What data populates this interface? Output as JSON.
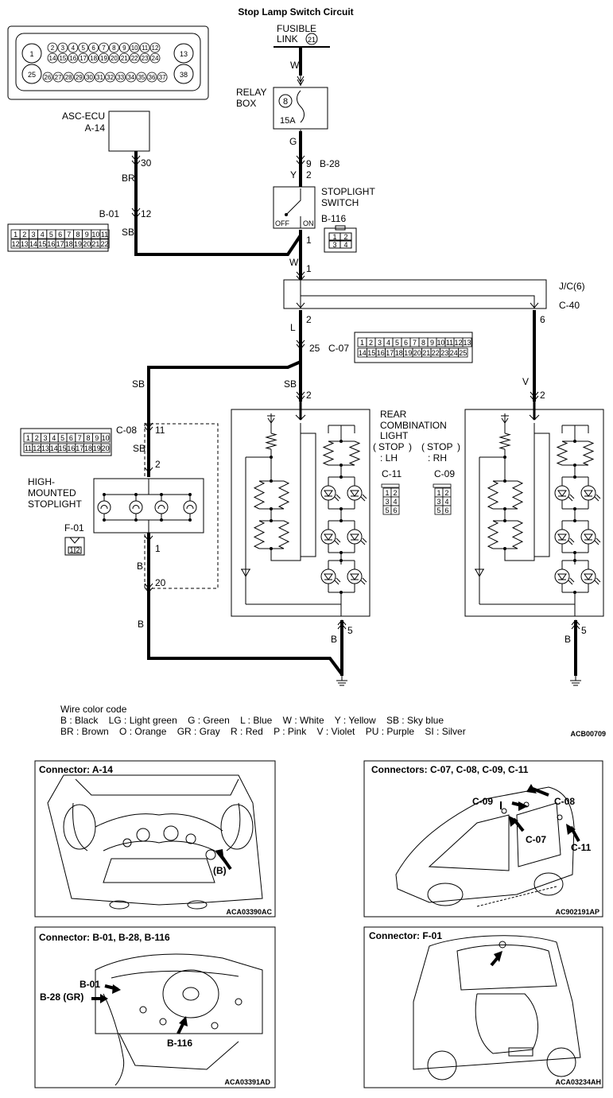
{
  "title": "Stop Lamp Switch Circuit",
  "fusible_link": {
    "label_line1": "FUSIBLE",
    "label_line2": "LINK",
    "number": "21"
  },
  "relay_box": {
    "label_line1": "RELAY",
    "label_line2": "BOX",
    "fuse_number": "8",
    "fuse_rating": "15A"
  },
  "asc_ecu": {
    "name": "ASC-ECU",
    "connector": "A-14",
    "pin": "30",
    "wire": "BR"
  },
  "b01": {
    "connector": "B-01",
    "pin": "12",
    "wire": "SB"
  },
  "b28": {
    "connector": "B-28",
    "pin_in": "9",
    "pin_out": "2",
    "wire_in": "G",
    "wire_out": "Y"
  },
  "stoplight_switch": {
    "label_line1": "STOPLIGHT",
    "label_line2": "SWITCH",
    "off": "OFF",
    "on": "ON",
    "connector": "B-116",
    "pin_top": "2",
    "pin_bottom": "1"
  },
  "wire_w_top": "W",
  "junction": {
    "label": "J/C(6)",
    "connector": "C-40",
    "pin_in": "1",
    "pin_left": "2",
    "pin_right": "6",
    "wire_in": "W",
    "wire_left": "L",
    "wire_right": "V"
  },
  "c07": {
    "connector": "C-07",
    "pin": "25",
    "pin_out": "2",
    "wire_left": "SB",
    "wire_down": "SB"
  },
  "c08": {
    "connector": "C-08",
    "pin": "11",
    "pin_lamp": "2",
    "wire": "SB"
  },
  "high_mounted": {
    "label_line1": "HIGH-",
    "label_line2": "MOUNTED",
    "label_line3": "STOPLIGHT",
    "connector": "F-01",
    "pin_bottom": "1",
    "wire": "B",
    "pin_20": "20",
    "wire_lower": "B"
  },
  "rear_combination": {
    "line1": "REAR",
    "line2": "COMBINATION",
    "line3": "LIGHT",
    "lh": "STOP",
    "lh2": ": LH",
    "rh": "STOP",
    "rh2": ": RH",
    "conn_lh": "C-11",
    "conn_rh": "C-09",
    "ground_pin_lh": "5",
    "ground_pin_rh": "5",
    "ground_wire": "B",
    "rh_pin": "2"
  },
  "connector_pin_rows": {
    "top_row": [
      "2",
      "3",
      "4",
      "5",
      "6",
      "7",
      "8",
      "9",
      "10",
      "11",
      "12"
    ],
    "mid_row": [
      "14",
      "15",
      "16",
      "17",
      "18",
      "19",
      "20",
      "21",
      "22",
      "23",
      "24"
    ],
    "bottom_row": [
      "26",
      "27",
      "28",
      "29",
      "30",
      "31",
      "32",
      "33",
      "34",
      "35",
      "36",
      "37"
    ],
    "big_pins": [
      "1",
      "13",
      "25",
      "38"
    ],
    "b01_top": [
      "1",
      "2",
      "3",
      "4",
      "5",
      "6",
      "7",
      "8",
      "9",
      "10",
      "11"
    ],
    "b01_bottom": [
      "12",
      "13",
      "14",
      "15",
      "16",
      "17",
      "18",
      "19",
      "20",
      "21",
      "22"
    ],
    "c07_top": [
      "1",
      "2",
      "3",
      "4",
      "5",
      "6",
      "7",
      "8",
      "9",
      "10",
      "11",
      "12",
      "13"
    ],
    "c07_bottom": [
      "14",
      "15",
      "16",
      "17",
      "18",
      "19",
      "20",
      "21",
      "22",
      "23",
      "24",
      "25"
    ],
    "c08_top": [
      "1",
      "2",
      "3",
      "4",
      "5",
      "6",
      "7",
      "8",
      "9",
      "10"
    ],
    "c08_bottom": [
      "11",
      "12",
      "13",
      "14",
      "15",
      "16",
      "17",
      "18",
      "19",
      "20"
    ],
    "b116": [
      "1",
      "2",
      "3",
      "4"
    ],
    "c11": [
      "1",
      "2",
      "3",
      "4",
      "5",
      "6"
    ],
    "c09": [
      "1",
      "2",
      "3",
      "4",
      "5",
      "6"
    ],
    "f01": [
      "1",
      "2"
    ]
  },
  "wire_color_code": {
    "heading": "Wire color code",
    "line1": "B : Black    LG : Light green    G : Green    L : Blue    W : White    Y : Yellow    SB : Sky blue",
    "line2": "BR : Brown    O : Orange    GR : Gray    R : Red    P : Pink    V : Violet    PU : Purple    SI : Silver",
    "code": "ACB00709"
  },
  "panels": {
    "a14": {
      "title": "Connector: A-14",
      "callout": "(B)",
      "code": "ACA03390AC"
    },
    "c_group": {
      "title": "Connectors: C-07, C-08, C-09, C-11",
      "c09": "C-09",
      "c08": "C-08",
      "c07": "C-07",
      "c11": "C-11",
      "code": "AC902191AP"
    },
    "b_group": {
      "title": "Connector: B-01, B-28, B-116",
      "b01": "B-01",
      "b28": "B-28 (GR)",
      "b116": "B-116",
      "code": "ACA03391AD"
    },
    "f01": {
      "title": "Connector: F-01",
      "code": "ACA03234AH"
    }
  }
}
